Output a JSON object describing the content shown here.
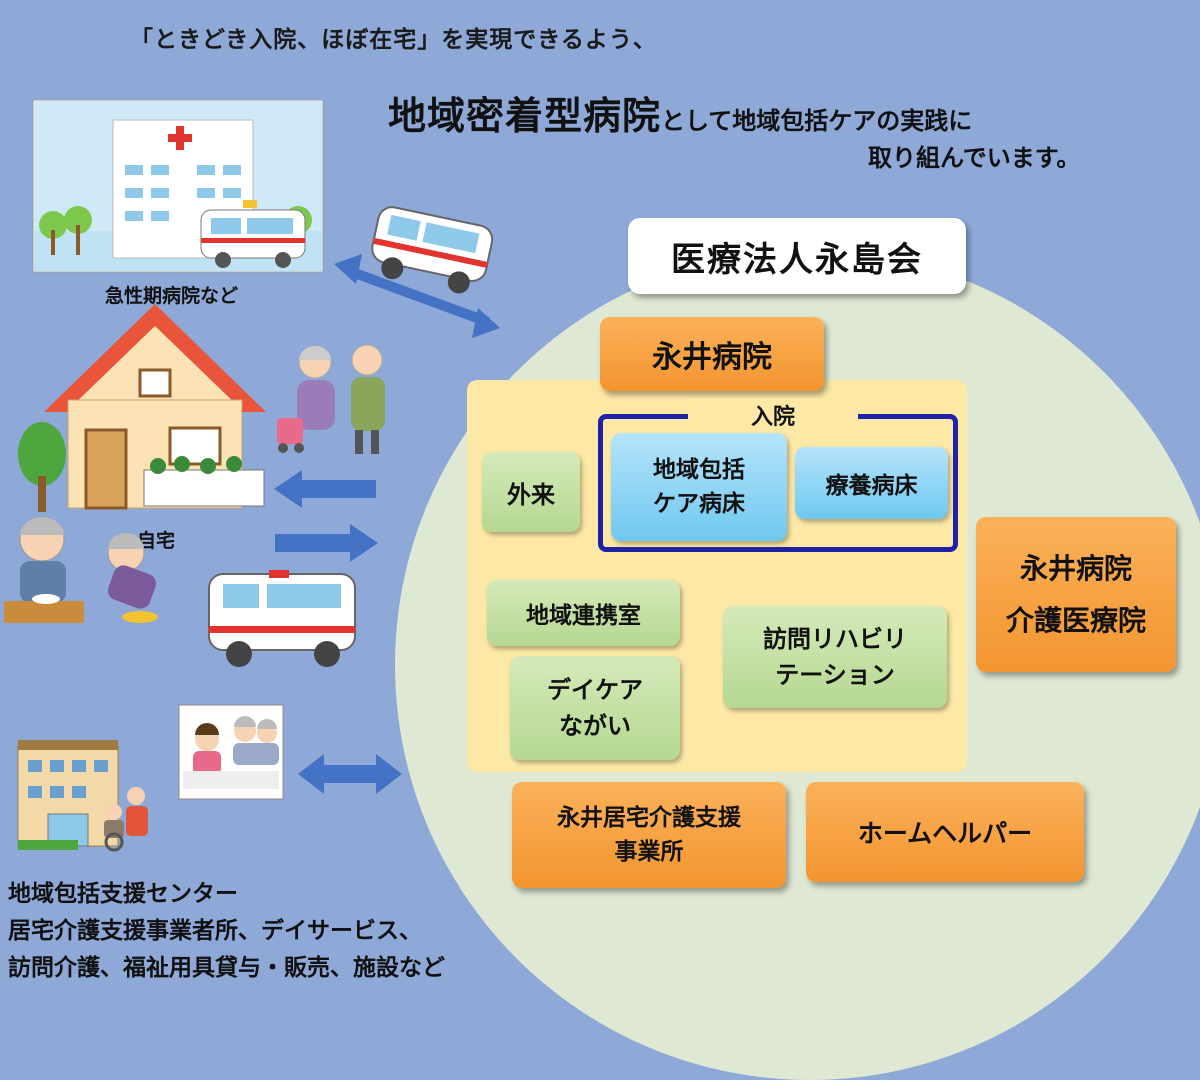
{
  "header": {
    "line1": "「ときどき入院、ほぼ在宅」を実現できるよう、",
    "line2_big": "地域密着型病院",
    "line2_small": "として地域包括ケアの実践に",
    "line3": "取り組んでいます。"
  },
  "organization": {
    "name": "医療法人永島会"
  },
  "hospital": {
    "name": "永井病院"
  },
  "inpatient": {
    "label": "入院",
    "community_ward": "地域包括\nケア病床",
    "long_term_ward": "療養病床"
  },
  "services": {
    "outpatient": "外来",
    "community_liaison": "地域連携室",
    "day_care": "デイケア\nながい",
    "visiting_rehab": "訪問リハビリ\nテーション",
    "care_medical_institution": "永井病院\n介護医療院",
    "home_care_support": "永井居宅介護支援\n事業所",
    "home_helper": "ホームヘルパー"
  },
  "left_labels": {
    "acute_hospital": "急性期病院など",
    "home": "自宅"
  },
  "footer": {
    "line1": "地域包括支援センター",
    "line2": "居宅介護支援事業者所、デイサービス、",
    "line3": "訪問介護、福祉用具貸与・販売、施設など"
  },
  "colors": {
    "background": "#8ea9d8",
    "circle": "#dfe8d3",
    "orange_box": "#f39530",
    "green_box": "#b5d891",
    "blue_box": "#6fc8ef",
    "inpatient_border": "#1f21a8",
    "arrow": "#4472c4"
  }
}
